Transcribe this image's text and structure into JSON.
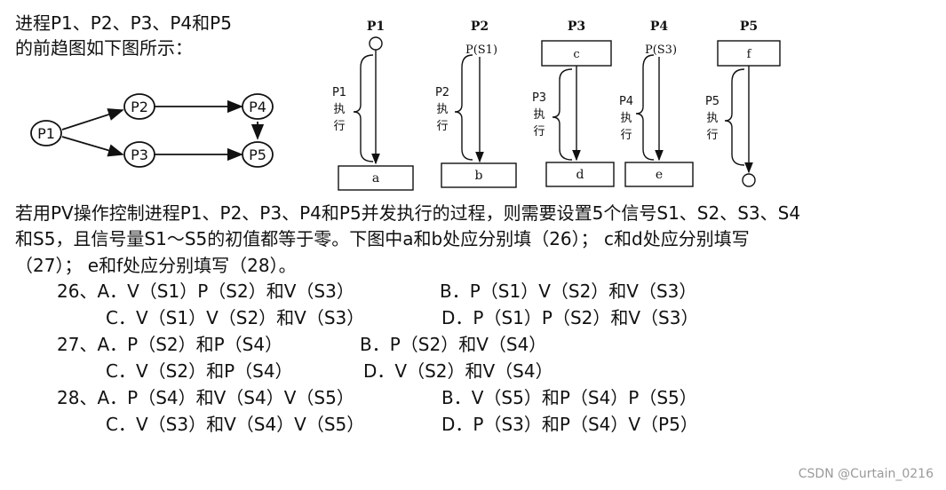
{
  "intro": {
    "line1": "进程P1、P2、P3、P4和P5",
    "line2": "的前趋图如下图所示："
  },
  "graph": {
    "nodes": [
      "P1",
      "P2",
      "P3",
      "P4",
      "P5"
    ]
  },
  "process_diagram": {
    "processes": [
      {
        "name": "P1",
        "top": "",
        "exec": [
          "P1",
          "执",
          "行"
        ],
        "box": "a"
      },
      {
        "name": "P2",
        "top": "P(S1)",
        "exec": [
          "P2",
          "执",
          "行"
        ],
        "box": "b"
      },
      {
        "name": "P3",
        "top": "c",
        "exec": [
          "P3",
          "执",
          "行"
        ],
        "box": "d"
      },
      {
        "name": "P4",
        "top": "P(S3)",
        "exec": [
          "P4",
          "执",
          "行"
        ],
        "box": "e"
      },
      {
        "name": "P5",
        "top": "f",
        "exec": [
          "P5",
          "执",
          "行"
        ],
        "box": ""
      }
    ]
  },
  "question": {
    "line1": "若用PV操作控制进程P1、P2、P3、P4和P5并发执行的过程，则需要设置5个信号S1、S2、S3、S4",
    "line2": "和S5，且信号量S1～S5的初值都等于零。下图中a和b处应分别填（26）； c和d处应分别填写",
    "line3": "（27）； e和f处应分别填写（28）。"
  },
  "options": {
    "q26": {
      "A": "26、A．V（S1）P（S2）和V（S3）",
      "B": "B．P（S1）V（S2）和V（S3）",
      "C": "C．V（S1）V（S2）和V（S3）",
      "D": "D．P（S1）P（S2）和V（S3）"
    },
    "q27": {
      "A": "27、A．P（S2）和P（S4）",
      "B": "B．P（S2）和V（S4）",
      "C": "C．V（S2）和P（S4）",
      "D": "D．V（S2）和V（S4）"
    },
    "q28": {
      "A": "28、A．P（S4）和V（S4）V（S5）",
      "B": "B．V（S5）和P（S4）P（S5）",
      "C": "C．V（S3）和V（S4）V（S5）",
      "D": "D．P（S3）和P（S4）V（P5）"
    }
  },
  "watermark": "CSDN @Curtain_0216"
}
